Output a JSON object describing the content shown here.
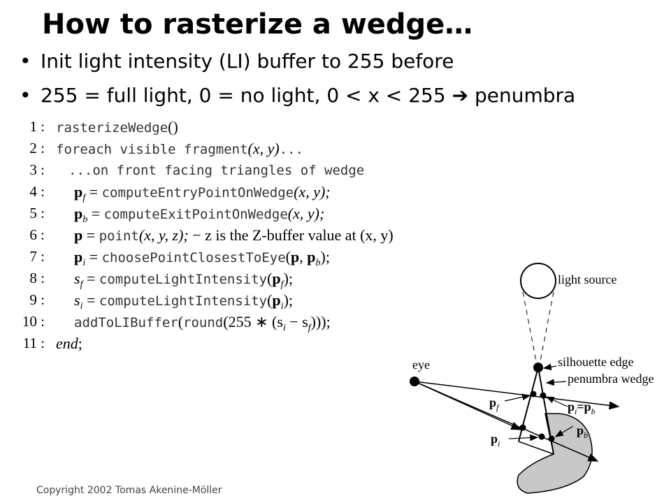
{
  "title": "How to rasterize a wedge…",
  "bullets": [
    "Init light intensity (LI) buffer to 255 before",
    "255 = full light, 0 = no light, 0 < x < 255 ➔ penumbra"
  ],
  "code": {
    "line_numbers": [
      "1 :",
      "2 :",
      "3 :",
      "4 :",
      "5 :",
      "6 :",
      "7 :",
      "8 :",
      "9 :",
      "10 :",
      "11 :"
    ],
    "l1": {
      "fn": "rasterizeWedge",
      "args": "()"
    },
    "l2": {
      "kw": "foreach visible fragment",
      "args": "(x, y)",
      "tail": "..."
    },
    "l3": {
      "text": "...on front facing triangles of wedge"
    },
    "l4": {
      "lhs": "p",
      "sub": "f",
      "eq": " = ",
      "fn": "computeEntryPointOnWedge",
      "args": "(x, y);"
    },
    "l5": {
      "lhs": "p",
      "sub": "b",
      "eq": " = ",
      "fn": "computeExitPointOnWedge",
      "args": "(x, y);"
    },
    "l6": {
      "lhs": "p",
      "eq": " = ",
      "fn": "point",
      "args": "(x, y, z);",
      "comment": " − z is the Z-buffer value at (x, y)"
    },
    "l7": {
      "lhs": "p",
      "sub": "i",
      "eq": " = ",
      "fn": "choosePointClosestToEye",
      "args_open": "(",
      "a1": "p",
      "sep": ", ",
      "a2": "p",
      "a2sub": "b",
      "args_close": ");"
    },
    "l8": {
      "lhs": "s",
      "sub": "f",
      "eq": " = ",
      "fn": "computeLightIntensity",
      "args_open": "(",
      "a1": "p",
      "a1sub": "f",
      "args_close": ");"
    },
    "l9": {
      "lhs": "s",
      "sub": "i",
      "eq": " = ",
      "fn": "computeLightIntensity",
      "args_open": "(",
      "a1": "p",
      "a1sub": "i",
      "args_close": ");"
    },
    "l10": {
      "fn": "addToLIBuffer",
      "fn2": "round",
      "args": "(255 ∗ (s",
      "sub1": "i",
      "minus": " − s",
      "sub2": "f",
      "close": ")));"
    },
    "l11": {
      "text": "end",
      "semi": ";"
    }
  },
  "diagram": {
    "light_source": "light source",
    "eye": "eye",
    "silhouette_edge": "silhouette edge",
    "penumbra_wedge": "penumbra wedge",
    "pf": "p",
    "pf_sub": "f",
    "pi_pb": "p",
    "pi_pb_sub1": "i",
    "pi_pb_eq": "=p",
    "pi_pb_sub2": "b",
    "pb": "p",
    "pb_sub": "b",
    "pi": "p",
    "pi_sub": "i"
  },
  "copyright": "Copyright 2002 Tomas Akenine-Möller"
}
